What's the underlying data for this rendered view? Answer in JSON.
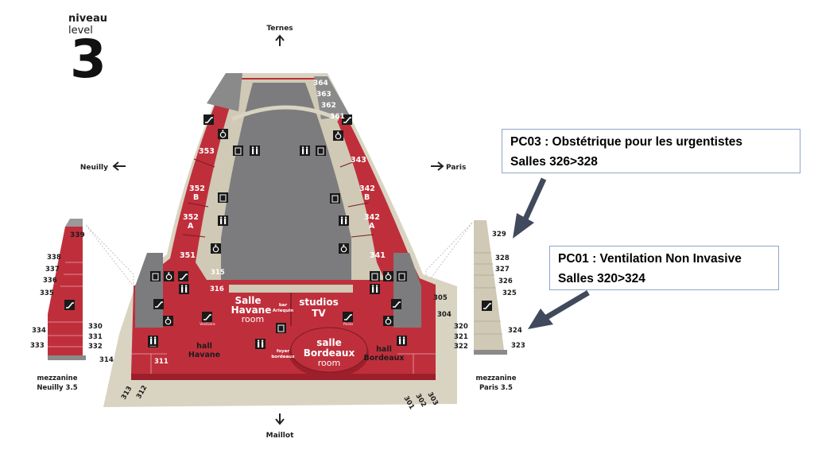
{
  "level": {
    "label_fr": "niveau",
    "label_en": "level",
    "number": "3"
  },
  "directions": {
    "north": "Ternes",
    "south": "Maillot",
    "west": "Neuilly",
    "east": "Paris"
  },
  "halls": {
    "salle_havane": [
      "Salle",
      "Havane",
      "room"
    ],
    "studios_tv": [
      "studios",
      "TV"
    ],
    "bar": [
      "bar",
      "Arlequin"
    ],
    "salle_bordeaux": [
      "salle",
      "Bordeaux",
      "room"
    ],
    "hall_havane": [
      "hall",
      "Havane"
    ],
    "hall_bordeaux": [
      "hall",
      "Bordeaux"
    ],
    "foyer": [
      "foyer",
      "bordeaux"
    ]
  },
  "mezzanines": {
    "neuilly": [
      "mezzanine",
      "Neuilly 3.5"
    ],
    "paris": [
      "mezzanine",
      "Paris 3.5"
    ]
  },
  "rooms": {
    "r364": "364",
    "r363": "363",
    "r362": "362",
    "r361": "361",
    "r353": "353",
    "r352b": [
      "352",
      "B"
    ],
    "r352a": [
      "352",
      "A"
    ],
    "r351": "351",
    "r343": "343",
    "r342b": [
      "342",
      "B"
    ],
    "r342a": [
      "342",
      "A"
    ],
    "r341": "341",
    "r315": "315",
    "r316": "316",
    "r305": "305",
    "r304": "304",
    "r314": "314",
    "r311": "311",
    "r313": "313",
    "r312": "312",
    "r301": "301",
    "r302": "302",
    "r303": "303",
    "r339": "339",
    "r338": "338",
    "r337": "337",
    "r336": "336",
    "r335": "335",
    "r334": "334",
    "r333": "333",
    "r330": "330",
    "r331": "331",
    "r332": "332",
    "r329": "329",
    "r328": "328",
    "r327": "327",
    "r326": "326",
    "r325": "325",
    "r320": "320",
    "r321": "321",
    "r322": "322",
    "r324": "324",
    "r323": "323"
  },
  "callouts": {
    "pc03": {
      "line1": "PC03 : Obstétrique pour les urgentistes",
      "line2": "Salles 326>328"
    },
    "pc01": {
      "line1": "PC01 : Ventilation Non Invasive",
      "line2": "Salles 320>324"
    }
  },
  "icons": {
    "vestiaire": "Vestiaire",
    "poste": "Poste"
  },
  "colors": {
    "red": "#bf2f3b",
    "red_dark": "#9d1f2c",
    "gray": "#7c7c7e",
    "beige": "#cfc9b5",
    "arrow": "#404a5c"
  }
}
